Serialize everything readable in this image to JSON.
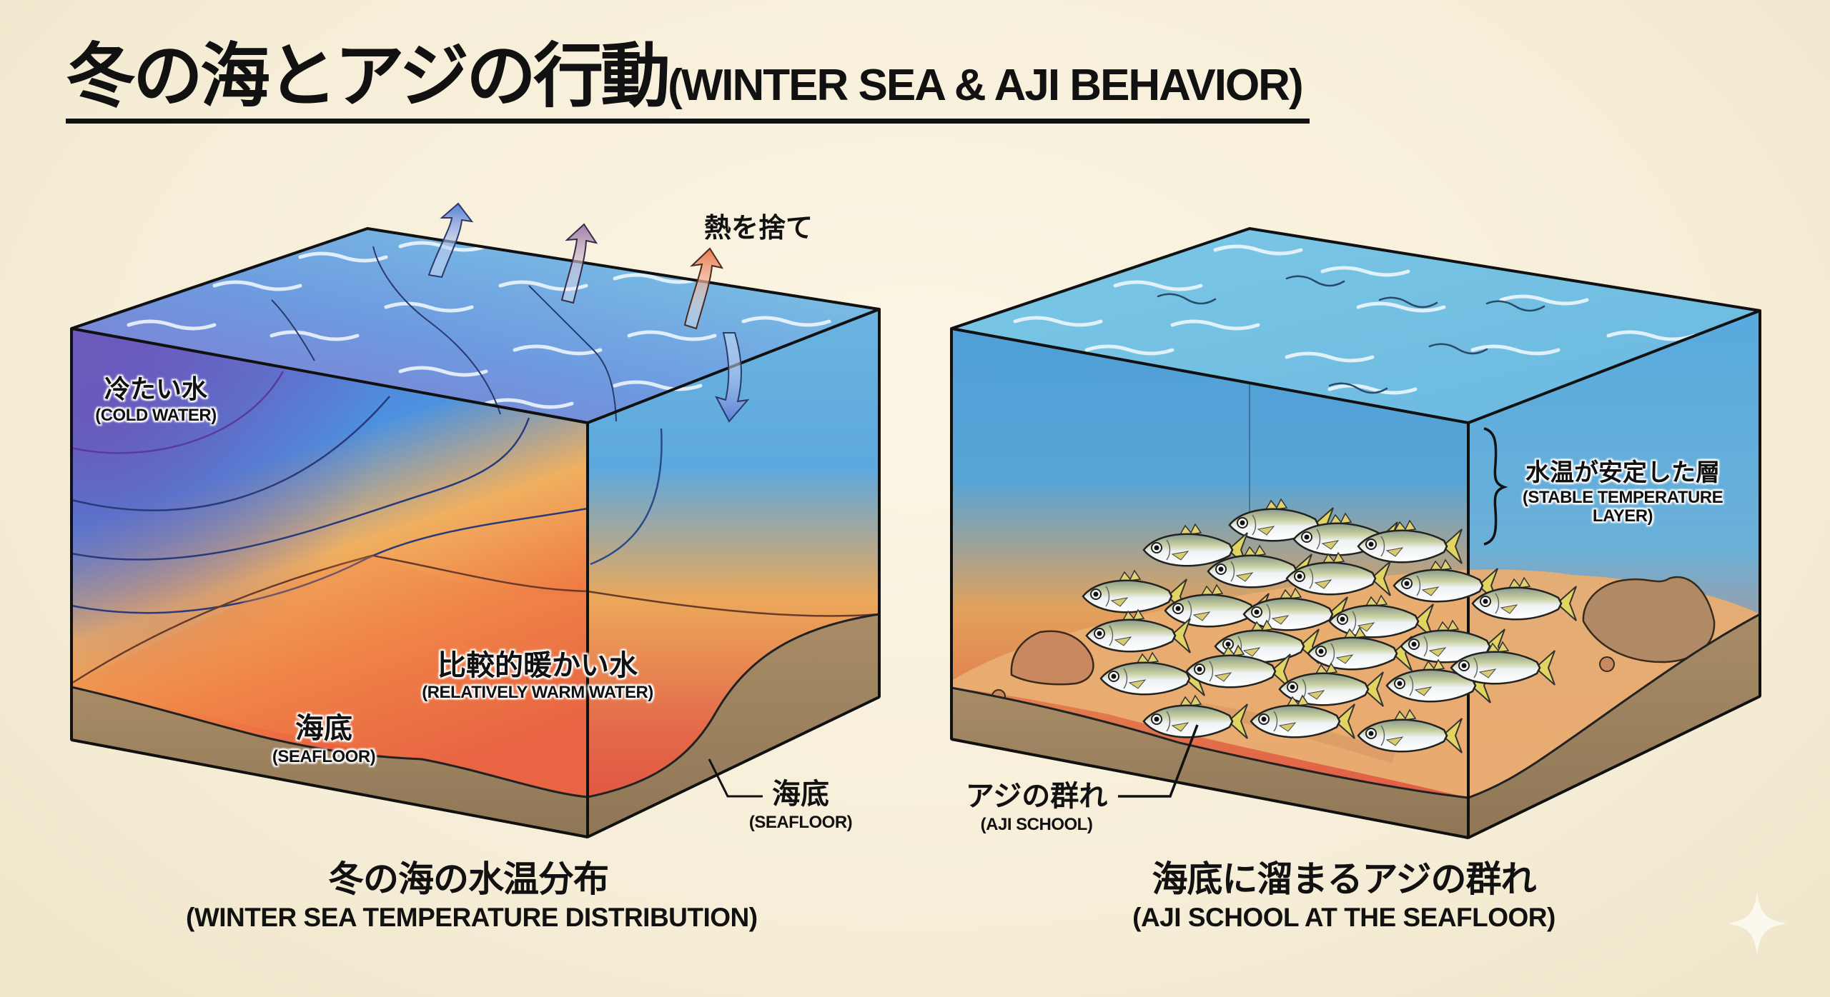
{
  "title": {
    "jp": "冬の海とアジの行動",
    "en": "(WINTER SEA & AJI BEHAVIOR)"
  },
  "left_panel": {
    "caption_jp": "冬の海の水温分布",
    "caption_en": "(WINTER SEA TEMPERATURE DISTRIBUTION)",
    "heat_label": "熱を捨て",
    "cold_water_jp": "冷たい水",
    "cold_water_en": "(COLD WATER)",
    "warm_water_jp": "比較的暖かい水",
    "warm_water_en": "(RELATIVELY WARM WATER)",
    "seafloor_front_jp": "海底",
    "seafloor_front_en": "(SEAFLOOR)",
    "seafloor_side_jp": "海底",
    "seafloor_side_en": "(SEAFLOOR)",
    "arrows": [
      {
        "direction": "up",
        "color": "#5a7fd6"
      },
      {
        "direction": "up",
        "color": "#a07fa8"
      },
      {
        "direction": "up",
        "color": "#e87a50"
      },
      {
        "direction": "down",
        "color": "#5a7fd6"
      }
    ]
  },
  "right_panel": {
    "caption_jp": "海底に溜まるアジの群れ",
    "caption_en": "(AJI SCHOOL AT THE SEAFLOOR)",
    "stable_layer_jp": "水温が安定した層",
    "stable_layer_en_1": "(STABLE TEMPERATURE",
    "stable_layer_en_2": "LAYER)",
    "school_jp": "アジの群れ",
    "school_en": "(AJI SCHOOL)"
  },
  "colors": {
    "background": "#f6eed8",
    "cold": "#6f5fc4",
    "mid_blue": "#4c92e0",
    "surface": "#7cc6e4",
    "warm_orange": "#f0a050",
    "warm_red": "#e4503e",
    "sediment": "#9c8462",
    "sand": "#e9ae72"
  }
}
